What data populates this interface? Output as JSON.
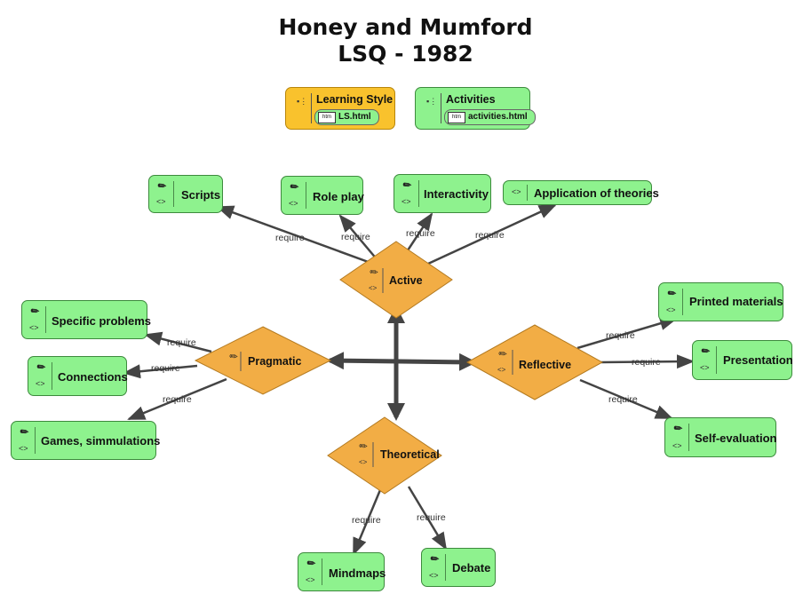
{
  "title_line1": "Honey and Mumford",
  "title_line2": "LSQ - 1982",
  "legend": [
    {
      "title": "Learning Style",
      "file": "LS.html",
      "color": "#f9c22d"
    },
    {
      "title": "Activities",
      "file": "activities.html",
      "color": "#8ef28e"
    }
  ],
  "styles": {
    "active": "Active",
    "reflective": "Reflective",
    "theoretical": "Theoretical",
    "pragmatic": "Pragmatic"
  },
  "activities": {
    "scripts": "Scripts",
    "role_play": "Role play",
    "interactivity": "Interactivity",
    "application": "Application of theories",
    "specific_problems": "Specific problems",
    "connections": "Connections",
    "games": "Games, simmulations",
    "printed": "Printed materials",
    "presentation": "Presentation",
    "self_eval": "Self-evaluation",
    "mindmaps": "Mindmaps",
    "debate": "Debate"
  },
  "edge_label": "require",
  "icons": {
    "pen": "pen-icon",
    "code": "code-icon",
    "file": "htm-file-icon"
  },
  "colors": {
    "style_fill": "#f2ad45",
    "activity_fill": "#8ef28e",
    "edge": "#444444"
  }
}
